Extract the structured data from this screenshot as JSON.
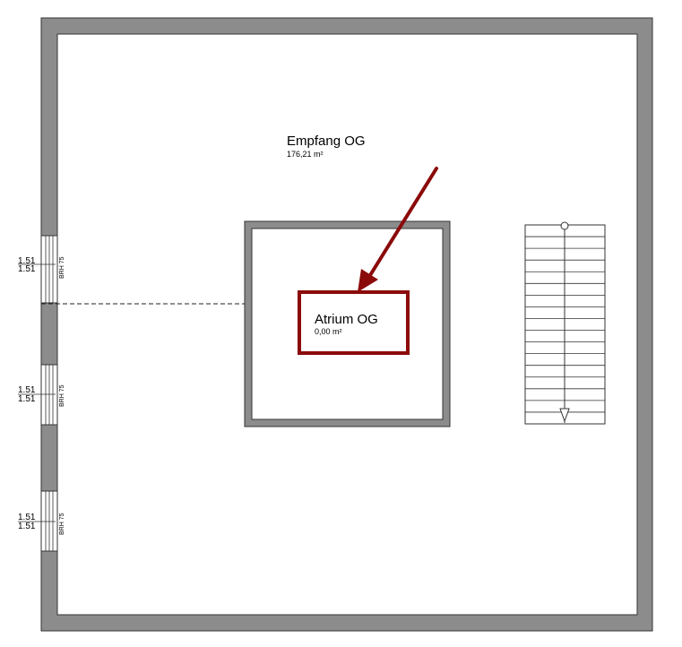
{
  "colors": {
    "wall": "#8c8c8c",
    "wall_outline": "#333333",
    "highlight": "#8b0a0a",
    "stair_line": "#333333"
  },
  "rooms": {
    "main": {
      "name": "Empfang OG",
      "area": "176,21 m²"
    },
    "atrium": {
      "name": "Atrium OG",
      "area": "0,00 m²"
    }
  },
  "windows": [
    {
      "width": "1.51",
      "height": "1.51",
      "sill": "BRH 75"
    },
    {
      "width": "1.51",
      "height": "1.51",
      "sill": "BRH 75"
    },
    {
      "width": "1.51",
      "height": "1.51",
      "sill": "BRH 75"
    }
  ],
  "icons": {
    "arrow": "callout-arrow-icon",
    "stair_arrow": "stair-direction-arrow-icon"
  }
}
